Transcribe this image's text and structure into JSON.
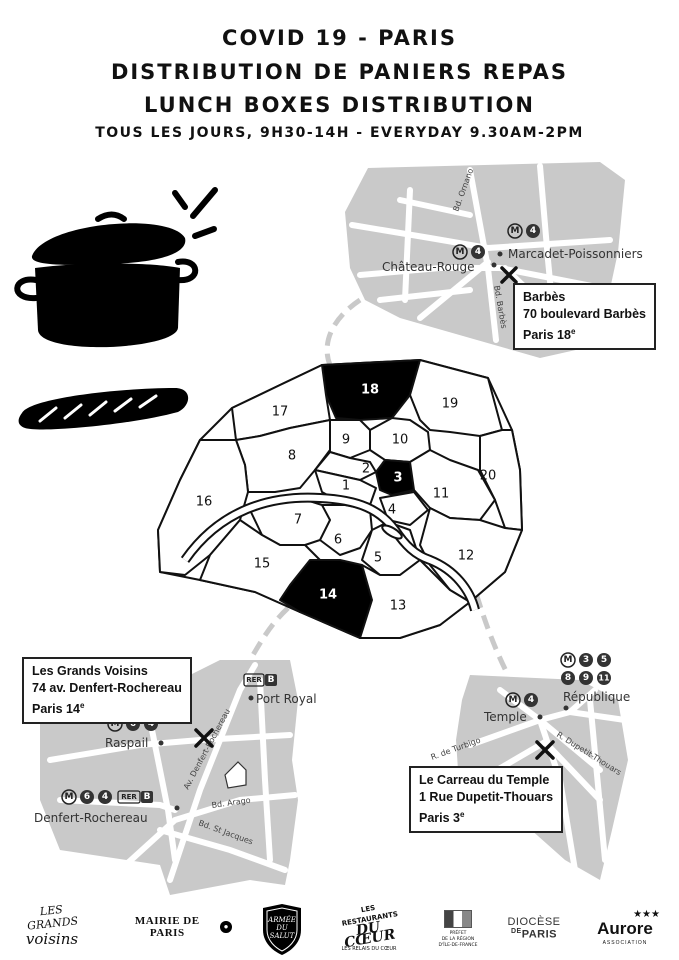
{
  "header": {
    "line1": "COVID 19 - PARIS",
    "line2": "DISTRIBUTION DE PANIERS REPAS",
    "line3": "LUNCH BOXES DISTRIBUTION",
    "schedule": "TOUS LES JOURS, 9H30-14H - EVERYDAY 9.30AM-2PM"
  },
  "arrondissements": {
    "a1": "1",
    "a2": "2",
    "a3": "3",
    "a4": "4",
    "a5": "5",
    "a6": "6",
    "a7": "7",
    "a8": "8",
    "a9": "9",
    "a10": "10",
    "a11": "11",
    "a12": "12",
    "a13": "13",
    "a14": "14",
    "a15": "15",
    "a16": "16",
    "a17": "17",
    "a18": "18",
    "a19": "19",
    "a20": "20",
    "highlighted": [
      "3",
      "14",
      "18"
    ]
  },
  "north_inset": {
    "stations": {
      "marcadet": "Marcadet-Poissonniers",
      "chateau_rouge": "Château-Rouge"
    },
    "streets": {
      "bd_ornano": "Bd. Ornano",
      "bd_barbes": "Bd. Barbès"
    },
    "metro": {
      "m": "M",
      "line4": "4"
    }
  },
  "barbes": {
    "name": "Barbès",
    "address": "70 boulevard Barbès",
    "city_base": "Paris 18",
    "city_sup": "e"
  },
  "southwest_inset": {
    "stations": {
      "port_royal": "Port Royal",
      "raspail": "Raspail",
      "denfert": "Denfert-Rochereau"
    },
    "streets": {
      "av_denfert": "Av. Denfert-Rochereau",
      "bd_arago": "Bd. Arago",
      "bd_st_jacques": "Bd. St Jacques"
    },
    "transit": {
      "rer": "RER",
      "b": "B",
      "m": "M",
      "line6": "6",
      "line4": "4"
    }
  },
  "grands_voisins": {
    "name": "Les Grands Voisins",
    "address": "74 av. Denfert-Rochereau",
    "city_base": "Paris 14",
    "city_sup": "e"
  },
  "east_inset": {
    "stations": {
      "republique": "République",
      "temple": "Temple"
    },
    "streets": {
      "r_turbigo": "R. de Turbigo",
      "r_dupetit": "R. Dupetit-Thouars"
    },
    "metro": {
      "m": "M",
      "l3": "3",
      "l5": "5",
      "l8": "8",
      "l9": "9",
      "l11": "11",
      "l4": "4"
    }
  },
  "carreau": {
    "name": "Le Carreau du Temple",
    "address": "1 Rue Dupetit-Thouars",
    "city_base": "Paris 3",
    "city_sup": "e"
  },
  "logos": {
    "grands_voisins_1": "LES GRANDS",
    "grands_voisins_2": "voisins",
    "mairie": "MAIRIE DE PARIS",
    "armee_1": "ARMÉE",
    "armee_2": "DU",
    "armee_3": "SALUT",
    "restos_1": "LES RESTAURANTS",
    "restos_2": "DU CŒUR",
    "restos_3": "LES RELAIS DU CŒUR",
    "prefet_1": "PRÉFET",
    "prefet_2": "DE LA RÉGION",
    "prefet_3": "D'ÎLE-DE-FRANCE",
    "diocese_1": "DIOCÈSE",
    "diocese_de": "DE",
    "diocese_2": "PARIS",
    "aurore": "Aurore",
    "aurore_stars": "★★★",
    "aurore_sub": "ASSOCIATION"
  },
  "colors": {
    "ink": "#111111",
    "inset_grey": "#c9c9c9",
    "street_white": "#ffffff",
    "highlight": "#000000"
  }
}
